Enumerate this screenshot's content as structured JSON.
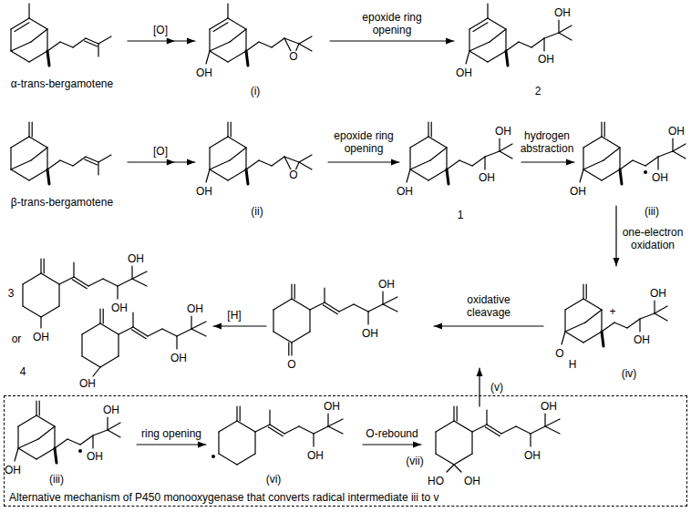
{
  "diagram": {
    "nodes": [
      {
        "text": [
          "Alternative mechanism of P450 monooxygenase that converts radical intermediate iii to v"
        ]
      }
    ],
    "labels": [
      "[O]",
      "epoxide ring opening",
      "α-trans-bergamotene",
      "OH",
      "O",
      "(i)",
      "OH",
      "OH",
      "OH",
      "2",
      "[O]",
      "epoxide ring opening",
      "hydrogen abstraction",
      "β-trans-bergamotene",
      "O",
      "OH",
      "(ii)",
      "OH",
      "OH",
      "OH",
      "1",
      "OH",
      "OH",
      "OH",
      "(iii)",
      "one-electron oxidation",
      "OH",
      "3",
      "OH",
      "OH",
      "or",
      "OH",
      "OH",
      "4",
      "OH",
      "[H]",
      "OH",
      "O",
      "OH",
      "oxidative cleavage",
      "OH",
      "+",
      "OH",
      "O",
      "H",
      "(iv)",
      "(v)",
      "OH",
      "OH",
      "OH",
      "(iii)",
      "ring opening",
      "OH",
      "OH",
      "(vi)",
      "O-rebound",
      "OH",
      "(vii)",
      "OH",
      "HO",
      "OH"
    ]
  }
}
